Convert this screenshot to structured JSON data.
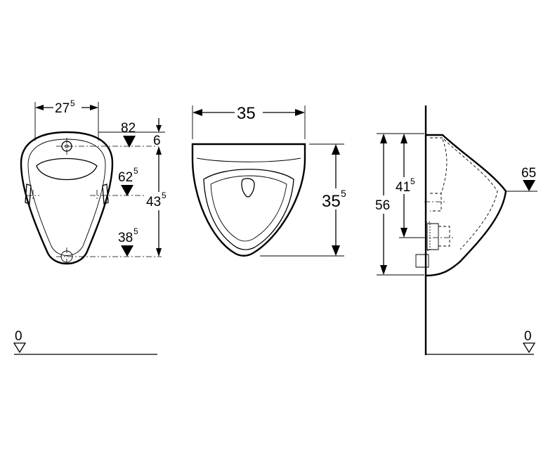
{
  "front_view": {
    "width": {
      "main": "27",
      "sup": "5"
    },
    "top_height": "82",
    "top_offset": "6",
    "inlet_height": {
      "main": "62",
      "sup": "5"
    },
    "fixing_span": {
      "main": "43",
      "sup": "5"
    },
    "outlet_height": {
      "main": "38",
      "sup": "5"
    },
    "floor_label": "0"
  },
  "top_view": {
    "width": "35",
    "depth": {
      "main": "35",
      "sup": "5"
    }
  },
  "side_view": {
    "total_height": "56",
    "inner_height": {
      "main": "41",
      "sup": "5"
    },
    "rim_height": "65",
    "floor_label": "0"
  }
}
